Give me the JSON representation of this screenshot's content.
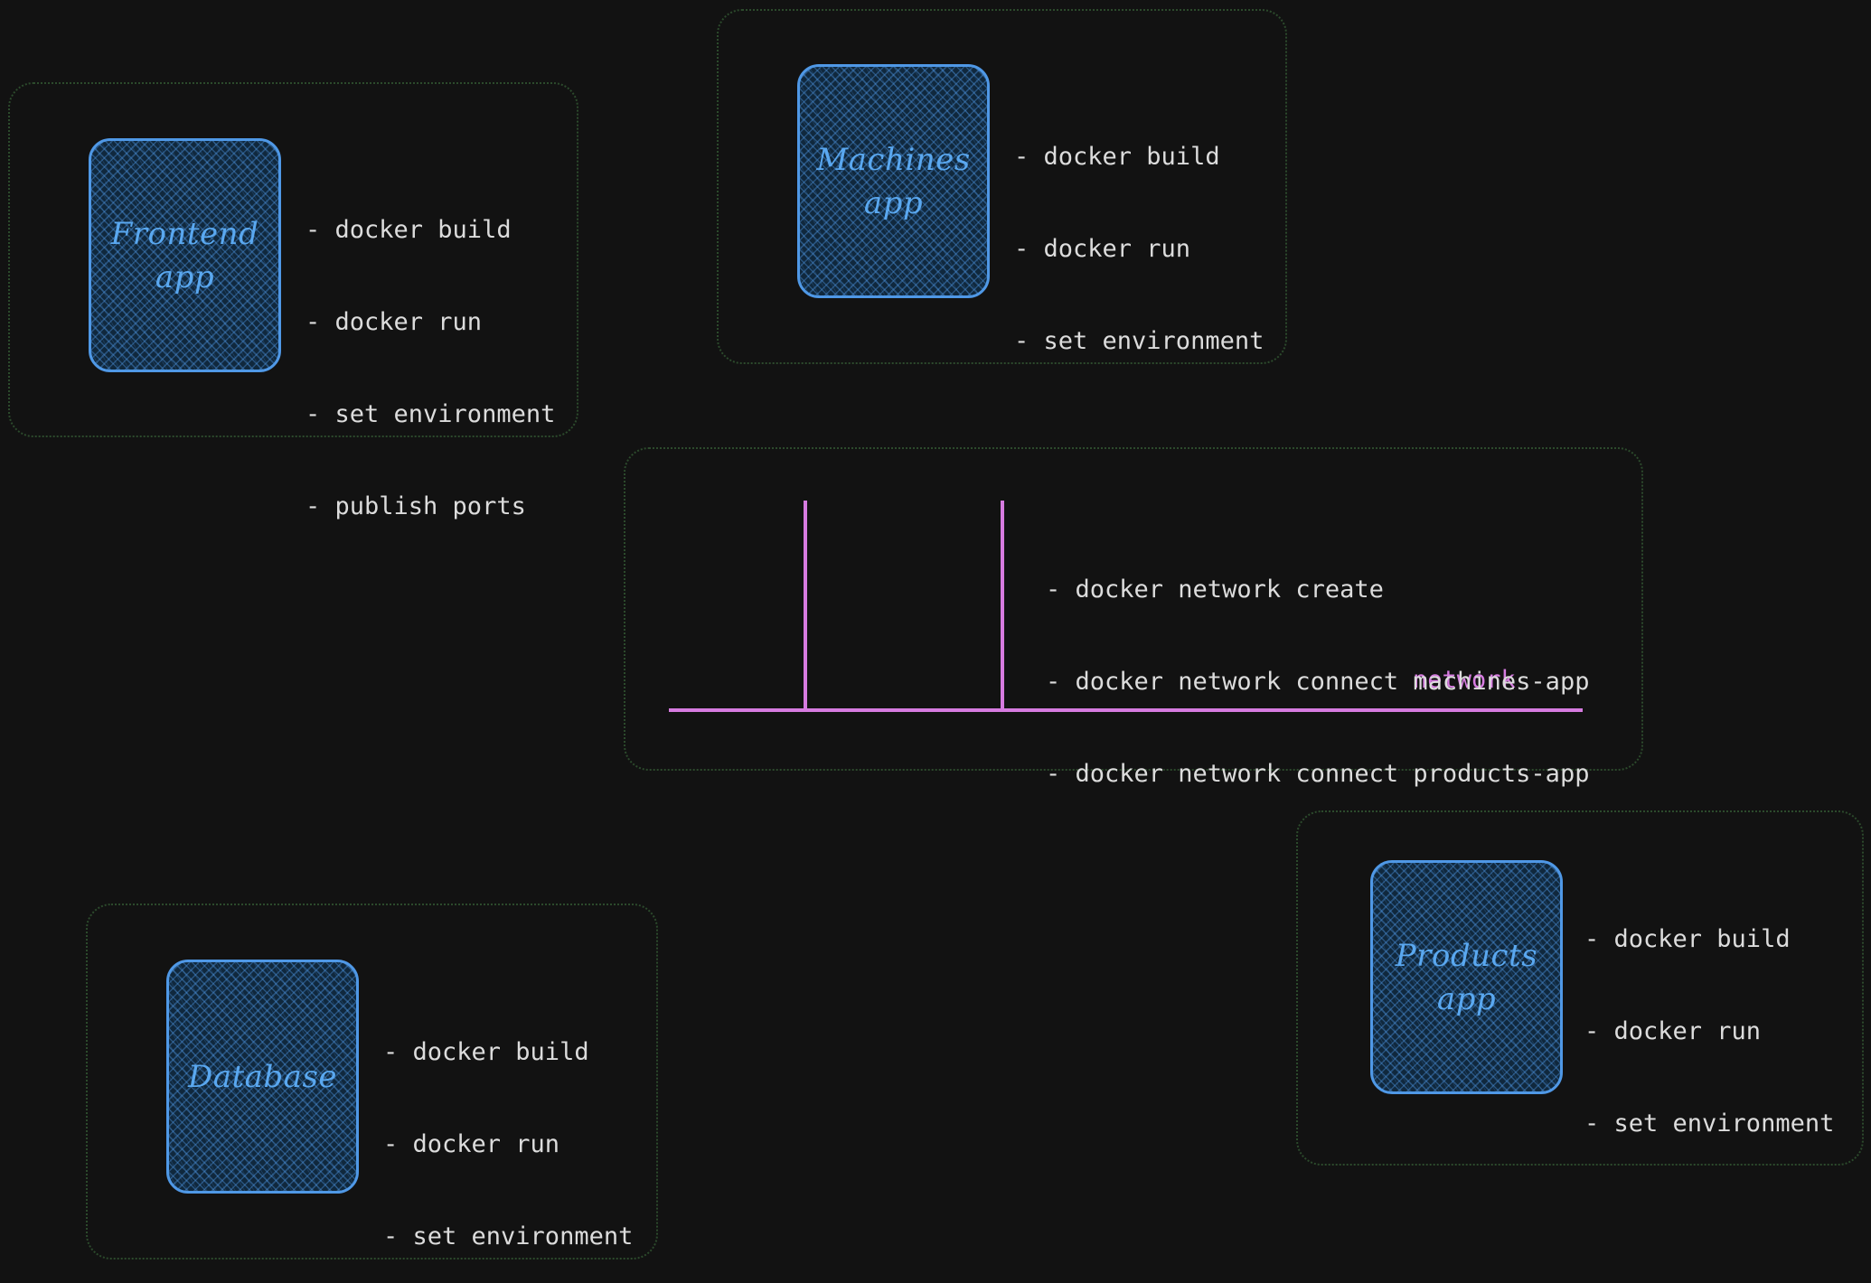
{
  "diagram": {
    "frontend": {
      "label": "Frontend\napp",
      "steps": [
        "- docker build",
        "- docker run",
        "- set environment",
        "- publish ports"
      ]
    },
    "machines": {
      "label": "Machines\napp",
      "steps": [
        "- docker build",
        "- docker run",
        "- set environment"
      ]
    },
    "network": {
      "label": "network",
      "steps": [
        "- docker network create",
        "- docker network connect machines-app",
        "- docker network connect products-app"
      ]
    },
    "database": {
      "label": "Database",
      "steps": [
        "- docker build",
        "- docker run",
        "- set environment"
      ]
    },
    "products": {
      "label": "Products\napp",
      "steps": [
        "- docker build",
        "- docker run",
        "- set environment"
      ]
    }
  },
  "colors": {
    "background": "#121212",
    "app_stroke": "#4f98e6",
    "app_text": "#5aa8f0",
    "network": "#d67be0",
    "group_border": "#2c4a2c",
    "step_text": "#dcdcdc"
  }
}
